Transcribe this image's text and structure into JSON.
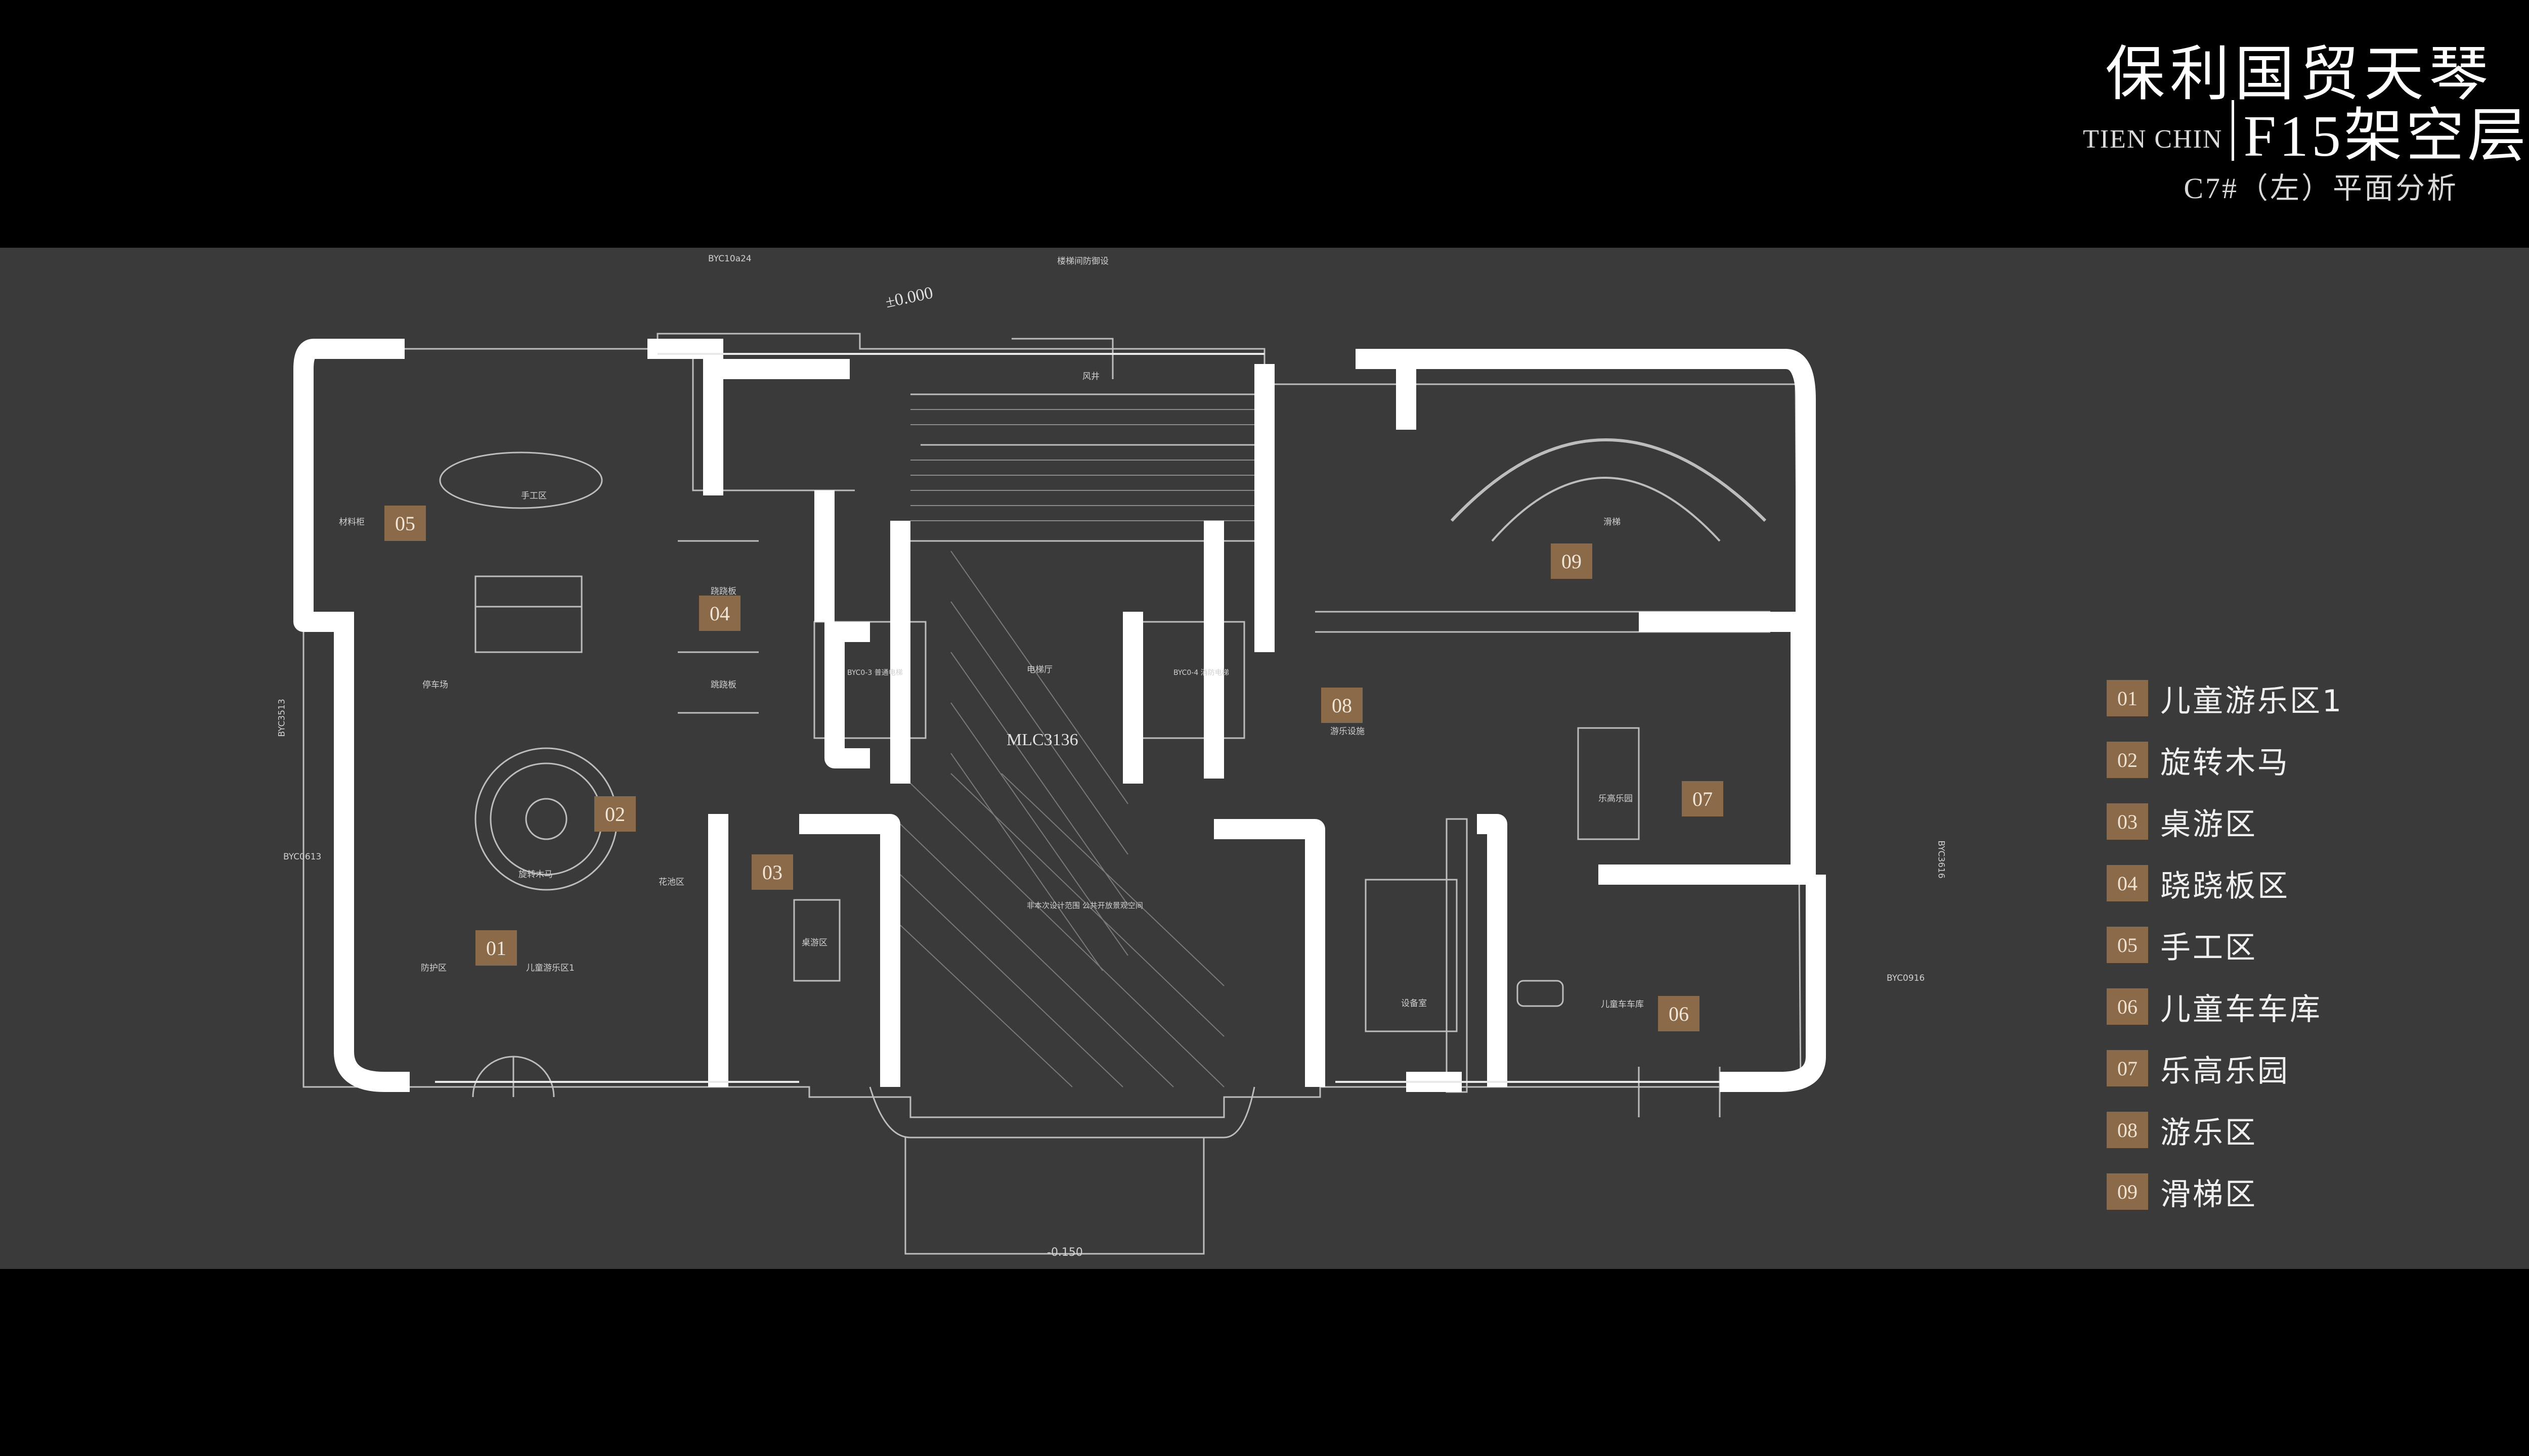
{
  "header": {
    "title": "保利国贸天琴",
    "subtitle_en": "TIEN CHIN",
    "floor": "F15架空层",
    "caption": "C7#（左）平面分析"
  },
  "plan": {
    "zones": [
      {
        "num": "01"
      },
      {
        "num": "02"
      },
      {
        "num": "03"
      },
      {
        "num": "04"
      },
      {
        "num": "05"
      },
      {
        "num": "06"
      },
      {
        "num": "07"
      },
      {
        "num": "08"
      },
      {
        "num": "09"
      }
    ],
    "labels": {
      "mlc": "MLC3136",
      "elev_top": "±0.000",
      "elev_bottom": "-0.150",
      "bvc_top": "BYC10a24",
      "bvc_left": "BYC3513",
      "bvc_left2": "BYC0613",
      "bvc_right": "BYC3616",
      "bvc_right2": "BYC0916",
      "stair_note": "楼梯间防御设",
      "craft": "手工区",
      "material": "材料柜",
      "car_parking": "停车场",
      "carousel": "旋转木马",
      "play1": "儿童游乐区1",
      "guard": "防护区",
      "seesaw": "跷跷板",
      "seesaw2": "跳跷板",
      "table_game": "桌游区",
      "lego": "乐高乐园",
      "kids_car": "儿童车车库",
      "slide": "滑梯",
      "fun": "游乐设施",
      "flower": "花池区",
      "elevator_a": "BYC0-3 普通电梯",
      "elevator_b": "BYC0-4 消防电梯",
      "lobby": "电梯厅",
      "public": "非本次设计范围 公共开放景观空间",
      "equip": "设备室",
      "wind": "风井"
    }
  },
  "legend": [
    {
      "num": "01",
      "label": "儿童游乐区1"
    },
    {
      "num": "02",
      "label": "旋转木马"
    },
    {
      "num": "03",
      "label": "桌游区"
    },
    {
      "num": "04",
      "label": "跷跷板区"
    },
    {
      "num": "05",
      "label": "手工区"
    },
    {
      "num": "06",
      "label": "儿童车车库"
    },
    {
      "num": "07",
      "label": "乐高乐园"
    },
    {
      "num": "08",
      "label": "游乐区"
    },
    {
      "num": "09",
      "label": "滑梯区"
    }
  ],
  "colors": {
    "background": "#000000",
    "plan_background": "#3a3a3a",
    "wall": "#ffffff",
    "badge": "#8a6a49"
  }
}
